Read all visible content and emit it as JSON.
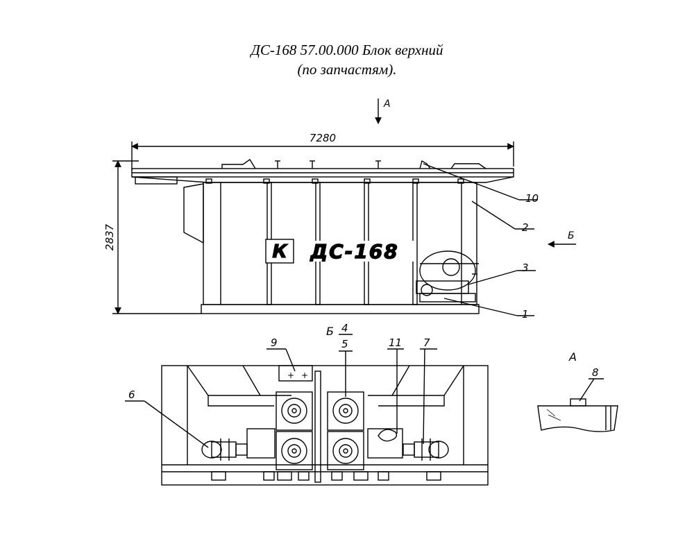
{
  "title": {
    "line1": "ДС-168 57.00.000 Блок верхний",
    "line2": "(по запчастям)."
  },
  "logo": {
    "mark": "К",
    "text": "ДС-168"
  },
  "dimensions": {
    "width": "7280",
    "height": "2837"
  },
  "view_markers": {
    "a": "А",
    "b": "Б",
    "section_b": "Б"
  },
  "callouts": {
    "c1": "1",
    "c2": "2",
    "c3": "3",
    "c4": "4",
    "c5": "5",
    "c6": "6",
    "c7": "7",
    "c8": "8",
    "c9": "9",
    "c10": "10",
    "c11": "11"
  },
  "view_a": {
    "label": "А"
  }
}
